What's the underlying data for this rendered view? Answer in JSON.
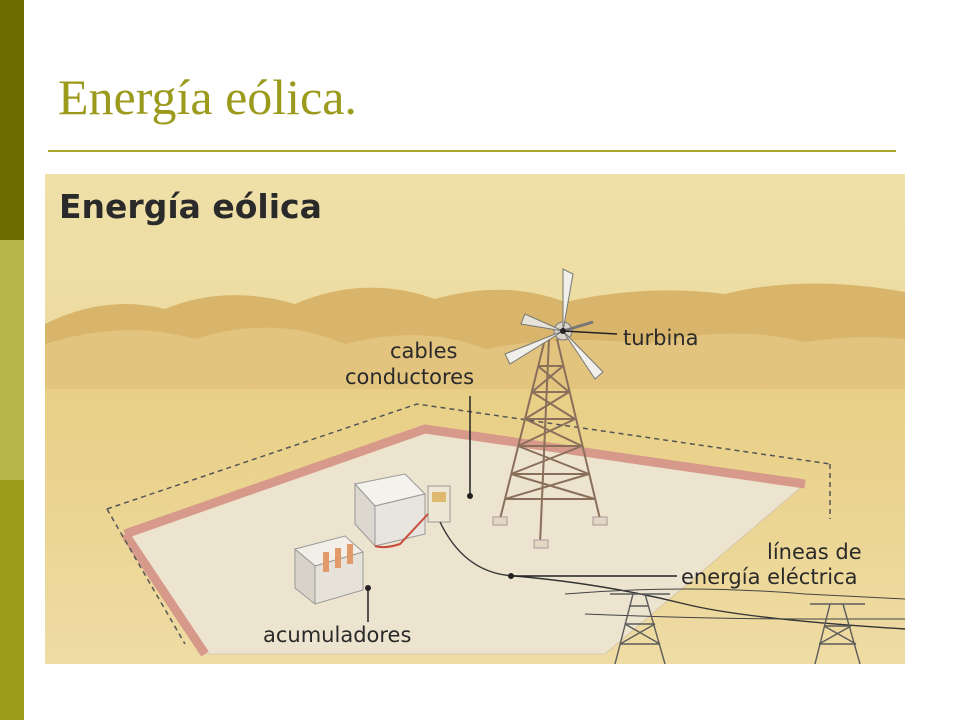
{
  "slide": {
    "title": "Energía eólica."
  },
  "figure": {
    "heading": "Energía eólica",
    "labels": {
      "turbina": "turbina",
      "cables_line1": "cables",
      "cables_line2": "conductores",
      "lineas_line1": "líneas de",
      "lineas_line2": "energía eléctrica",
      "acumuladores": "acumuladores"
    }
  },
  "colors": {
    "accent_dark": "#6b6b00",
    "accent_light": "#b8b84a",
    "accent_mid": "#9c9c1a",
    "title": "#9c9a1c"
  }
}
